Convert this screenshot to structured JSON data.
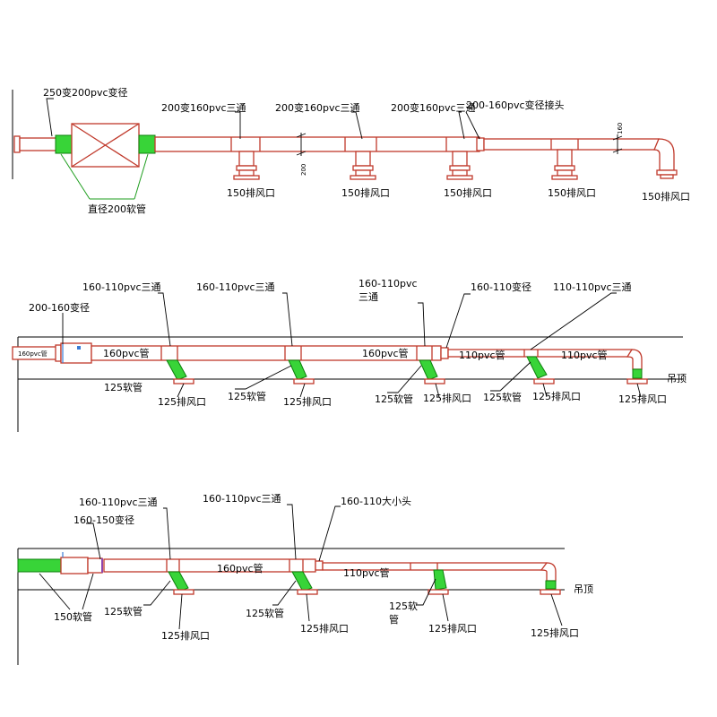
{
  "colors": {
    "pipe": "#c0392b",
    "hose": "#38d438",
    "leader": "#000000",
    "blue_mark": "#3a7bd5",
    "purple_mark": "#8e44ad"
  },
  "diagram1": {
    "reducer_250_200": "250变200pvc变径",
    "tee1": "200变160pvc三通",
    "tee2": "200变160pvc三通",
    "tee3": "200变160pvc三通",
    "reducer_200_160": "200-160pvc变径接头",
    "dim_200": "200",
    "dim_160": "160",
    "hose_label": "直径200软管",
    "outlets": [
      "150排风口",
      "150排风口",
      "150排风口",
      "150排风口",
      "150排风口"
    ]
  },
  "diagram2": {
    "reducer_200_160": "200-160变径",
    "fan_label": "160pvc管",
    "tee1": "160-110pvc三通",
    "tee2": "160-110pvc三通",
    "tee3_line1": "160-110pvc",
    "tee3_line2": "三通",
    "reducer_160_110": "160-110变径",
    "tee4": "110-110pvc三通",
    "pipe160_a": "160pvc管",
    "pipe160_b": "160pvc管",
    "pipe110_a": "110pvc管",
    "pipe110_b": "110pvc管",
    "ceiling": "吊顶",
    "hoses": [
      "125软管",
      "125软管",
      "125软管",
      "125软管"
    ],
    "outlets": [
      "125排风口",
      "125排风口",
      "125排风口",
      "125排风口",
      "125排风口"
    ]
  },
  "diagram3": {
    "tee1": "160-110pvc三通",
    "reducer_160_150": "160-150变径",
    "tee2": "160-110pvc三通",
    "reducer_big_small": "160-110大小头",
    "pipe160": "160pvc管",
    "pipe110": "110pvc管",
    "hose150": "150软管",
    "ceiling": "吊顶",
    "hoses": [
      "125软管",
      "125软管"
    ],
    "hose3_line1": "125软",
    "hose3_line2": "管",
    "outlets": [
      "125排风口",
      "125排风口",
      "125排风口",
      "125排风口"
    ]
  }
}
